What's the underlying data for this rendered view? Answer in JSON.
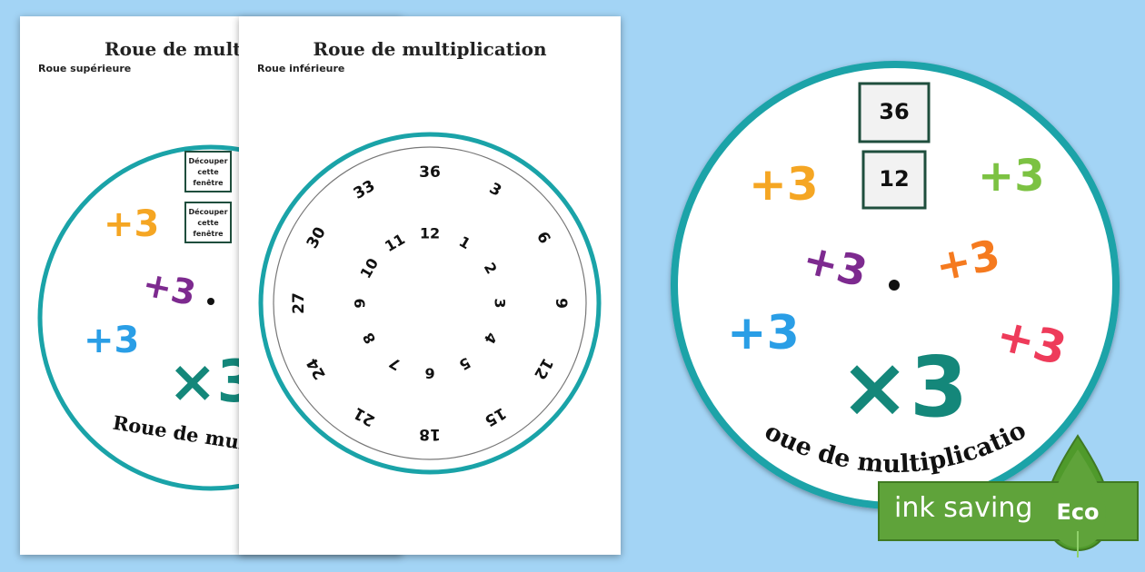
{
  "page1": {
    "title": "Roue de multiplication",
    "subtitle": "Roue supérieure",
    "cut_label": "Découper cette fenêtre",
    "cut_lines": [
      "Découper",
      "cette",
      "fenêtre"
    ],
    "wheel_caption": "Roue de multiplication",
    "factor_label": "×3",
    "small_factor_label": "+3"
  },
  "page2": {
    "title": "Roue de multiplication",
    "subtitle": "Roue inférieure",
    "outer_numbers": [
      "36",
      "3",
      "6",
      "9",
      "12",
      "15",
      "18",
      "21",
      "24",
      "27",
      "30",
      "33"
    ],
    "inner_numbers": [
      "12",
      "1",
      "2",
      "3",
      "4",
      "5",
      "6",
      "7",
      "8",
      "9",
      "10",
      "11"
    ]
  },
  "preview": {
    "answer_value": "36",
    "multiplier_value": "12",
    "factor_label": "×3",
    "small_factor_label": "+3",
    "caption": "Roue de multiplication"
  },
  "eco_badge": {
    "text": "ink saving",
    "leaf_label": "Eco"
  },
  "colors": {
    "background": "#a3d4f5",
    "wheel_ring": "#1aa3a8",
    "teal": "#14877a",
    "orange": "#f5a623",
    "purple": "#7d2a8f",
    "blue": "#2a9ee6",
    "green": "#7cc242",
    "orange_red": "#f57a1f",
    "pink_red": "#ee3b5a",
    "eco_green": "#5fa33a"
  }
}
